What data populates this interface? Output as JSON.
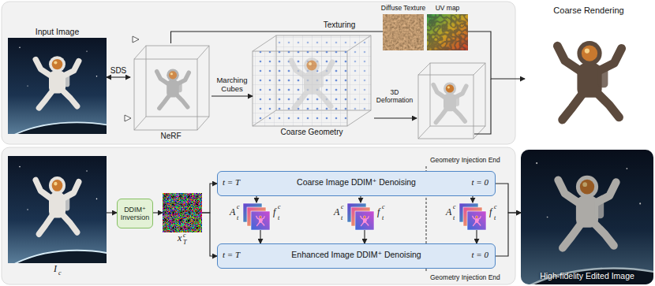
{
  "diagram": {
    "nodes": [
      {
        "text": [
          "Input Image"
        ]
      },
      {
        "text": [
          "NeRF"
        ]
      },
      {
        "text": [
          "Coarse Geometry"
        ]
      },
      {
        "text": [
          "Diffuse Texture"
        ]
      },
      {
        "text": [
          "UV map"
        ]
      },
      {
        "text": [
          "Coarse Rendering"
        ]
      },
      {
        "text": [
          "I",
          "c"
        ]
      },
      {
        "text": [
          "DDIM⁺ Inversion"
        ]
      },
      {
        "text": [
          "x",
          "T",
          "c"
        ]
      },
      {
        "text": [
          "t = T",
          "Coarse Image DDIM⁺ Denoising",
          "t = 0"
        ]
      },
      {
        "text": [
          "t = T",
          "Enhanced Image DDIM⁺ Denoising",
          "t = 0"
        ]
      },
      {
        "text": [
          "High-fidelity Edited Image"
        ]
      }
    ],
    "edges": [
      {
        "from": 0,
        "to": 1,
        "label": "SDS",
        "arrow": "both"
      },
      {
        "from": 1,
        "to": 2,
        "label": "Marching Cubes",
        "arrow": "to"
      },
      {
        "from": 1,
        "to": 3,
        "label": "Texturing",
        "arrow": "none"
      },
      {
        "from": 4,
        "to": 5,
        "arrow": "to"
      },
      {
        "from": 6,
        "to": 7,
        "arrow": "to"
      },
      {
        "from": 7,
        "to": 8,
        "arrow": "to"
      },
      {
        "from": 8,
        "to": 9,
        "arrow": "to"
      },
      {
        "from": 8,
        "to": 10,
        "arrow": "to"
      },
      {
        "from": 9,
        "to": 11,
        "arrow": "to"
      },
      {
        "from": 10,
        "to": 11,
        "arrow": "to"
      }
    ],
    "labels": [
      "3D Deformation",
      "Geometry Injection End",
      "Geometry Injection End",
      "A",
      "c",
      "t",
      "f",
      "c",
      "t",
      "A",
      "c",
      "t",
      "f",
      "c",
      "t",
      "A",
      "c",
      "t",
      "f",
      "c",
      "t"
    ]
  }
}
